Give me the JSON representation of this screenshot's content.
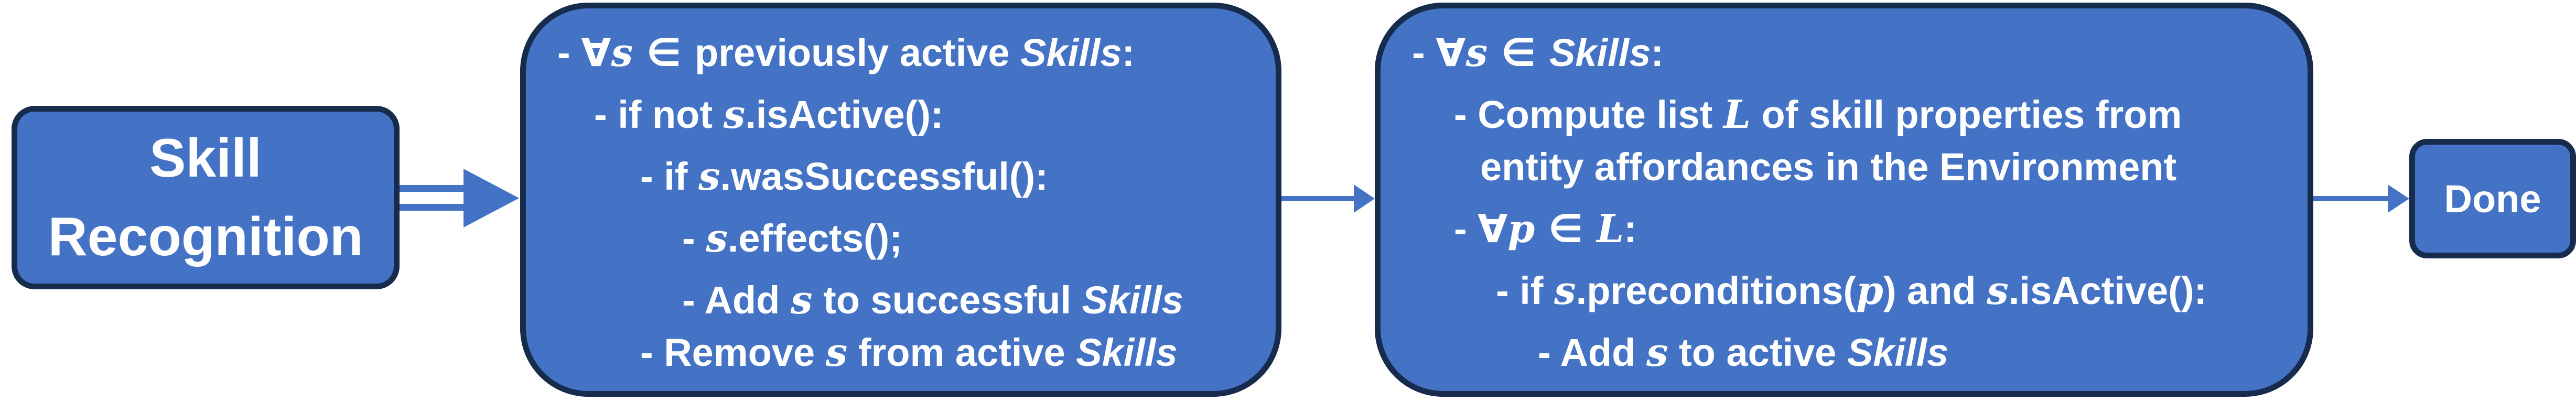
{
  "colors": {
    "box_fill": "#4472c4",
    "box_border": "#172b4d",
    "text": "#ffffff",
    "arrow": "#4472c4"
  },
  "title_node": {
    "line1": "Skill",
    "line2": "Recognition"
  },
  "box_a": {
    "l1": {
      "dash": "- ",
      "forall": "∀",
      "var": "s",
      "in": " ∈ ",
      "text": "previously active ",
      "emph": "Skills",
      "tail": ":"
    },
    "l2": {
      "dash": "- ",
      "pre": "if not ",
      "var": "s",
      "post": ".isActive():"
    },
    "l3": {
      "dash": "- ",
      "pre": "if ",
      "var": "s",
      "post": ".wasSuccessful():"
    },
    "l4": {
      "dash": "- ",
      "var": "s",
      "post": ".effects();"
    },
    "l5": {
      "dash": "- ",
      "pre": "Add ",
      "var": "s",
      "mid": " to successful ",
      "emph": "Skills"
    },
    "l6": {
      "dash": "- ",
      "pre": "Remove ",
      "var": "s",
      "mid": " from active ",
      "emph": "Skills"
    }
  },
  "box_b": {
    "l1": {
      "dash": "- ",
      "forall": "∀",
      "var": "s",
      "in": " ∈ ",
      "emph": "Skills",
      "tail": ":"
    },
    "l2": {
      "dash": "- ",
      "pre": "Compute list ",
      "var": "L",
      "post": " of skill properties from"
    },
    "l3": {
      "text": "entity affordances in the Environment"
    },
    "l4": {
      "dash": "- ",
      "forall": "∀",
      "var": "p",
      "in": " ∈ ",
      "var2": "L",
      "tail": ":"
    },
    "l5": {
      "dash": "- ",
      "pre": "if ",
      "var": "s",
      "mid": ".preconditions(",
      "var2": "p",
      "mid2": ") and ",
      "var3": "s",
      "post": ".isActive():"
    },
    "l6": {
      "dash": "- ",
      "pre": "Add ",
      "var": "s",
      "mid": " to active ",
      "emph": "Skills"
    }
  },
  "done_node": {
    "label": "Done"
  }
}
